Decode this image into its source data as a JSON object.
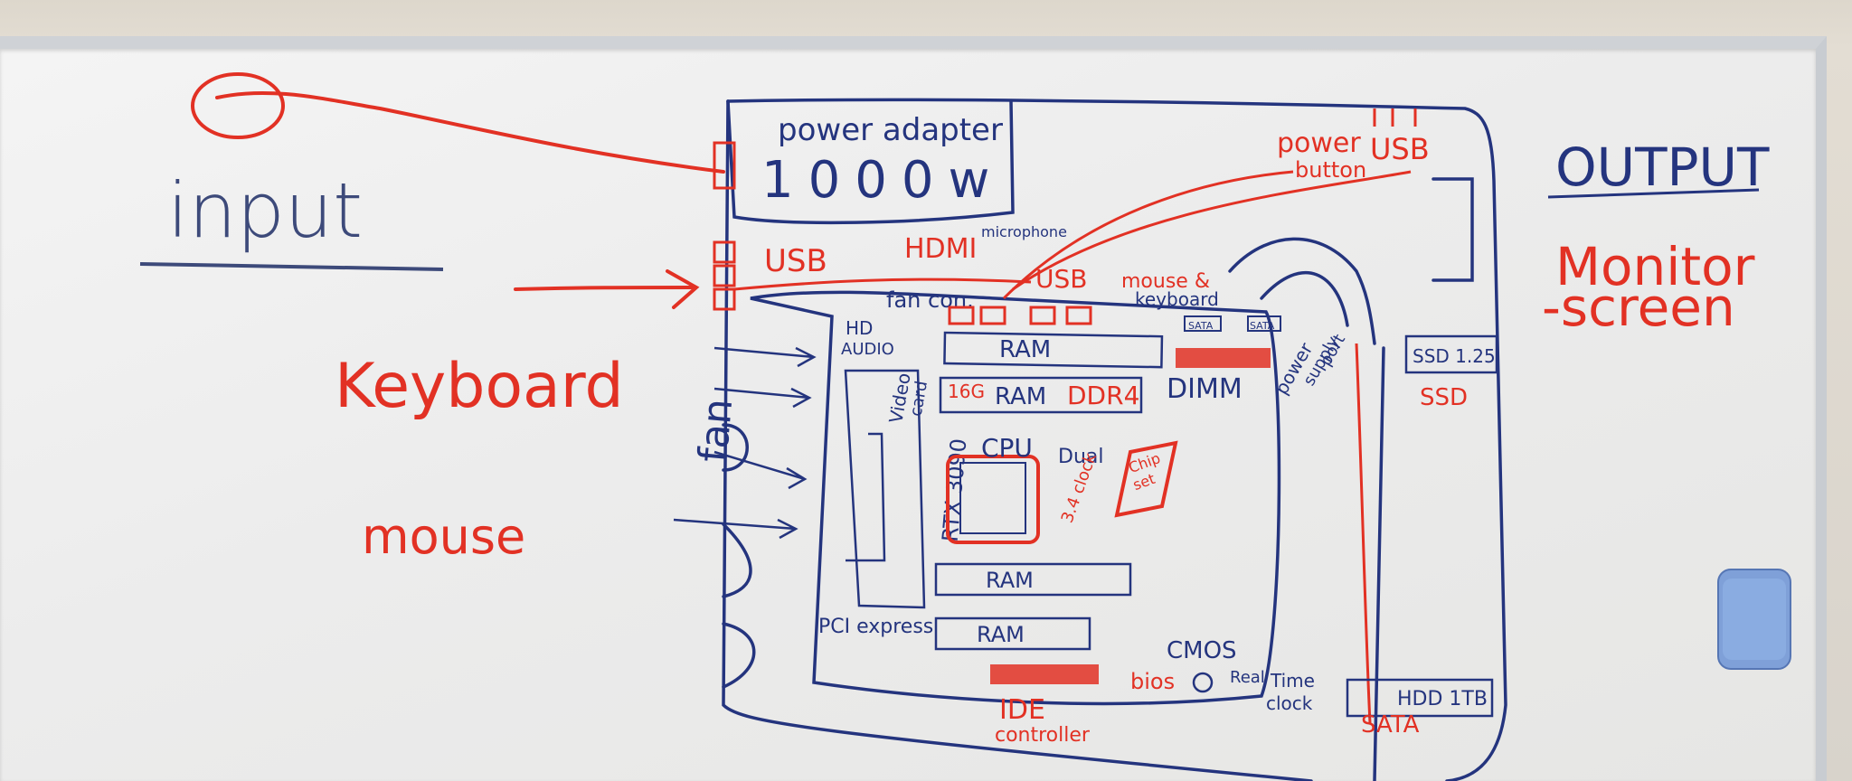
{
  "board": {
    "left_side": {
      "input_label": "input",
      "keyboard_label": "Keyboard",
      "mouse_label": "mouse"
    },
    "right_side": {
      "output_label": "OUTPUT",
      "monitor_label_line1": "Monitor",
      "monitor_label_line2": "-screen"
    },
    "case": {
      "power_adapter_label": "power adapter",
      "power_value": "1000w",
      "power_button_label_line1": "power",
      "power_button_label_line2": "button",
      "usb_top_label": "USB",
      "usb_side_label": "USB",
      "fan_side_label": "fan",
      "ssd_label": "SSD 1.25",
      "ssd_caption": "SSD",
      "hdd_label": "HDD 1TB",
      "sata_bottom_label": "SATA"
    },
    "motherboard": {
      "hdmi_label": "HDMI",
      "microphone_label": "microphone",
      "fan_con_label": "fan con.",
      "usb_label": "USB",
      "mouse_keyboard_label_line1": "mouse &",
      "mouse_keyboard_label_line2": "keyboard",
      "sata_label_1": "SATA",
      "sata_label_2": "SATA",
      "hd_audio_label_line1": "HD",
      "hd_audio_label_line2": "AUDIO",
      "ram_top_label": "RAM",
      "ram_second_label": "RAM",
      "ram_second_prefix": "16G",
      "ddr_label": "DDR4",
      "dimm_label": "DIMM",
      "power_supply_label_line1": "power",
      "power_supply_label_line2": "supply",
      "power_supply_label_line3": "port",
      "cpu_label": "CPU",
      "cpu_dual_label": "Dual",
      "cpu_clock_label": "3.4 clock",
      "chip_set_label_line1": "Chip",
      "chip_set_label_line2": "set",
      "video_card_label_line1": "Video",
      "video_card_label_line2": "card",
      "gpu_model_label": "RTX 3090",
      "ram_third_label": "RAM",
      "ram_fourth_label": "RAM",
      "pci_label": "PCI express",
      "cmos_label": "CMOS",
      "bios_label": "bios",
      "real_time_clock_label_line1": "Real",
      "real_time_clock_label_line2": "Time",
      "real_time_clock_label_line3": "clock",
      "ide_label_line1": "IDE",
      "ide_label_line2": "controller"
    }
  },
  "colors": {
    "marker_red": "#e23124",
    "marker_blue": "#24347e",
    "board_white": "#ececec",
    "eraser_blue": "#7fa0d8"
  }
}
